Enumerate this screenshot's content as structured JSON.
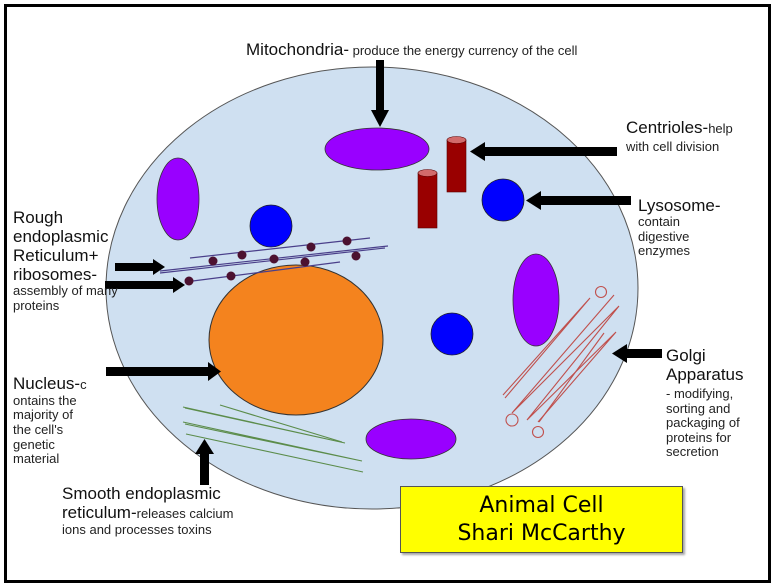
{
  "title_box": {
    "line1": "Animal Cell",
    "line2": "Shari McCarthy"
  },
  "colors": {
    "cytoplasm": "#cfe0f1",
    "nucleus": "#f4831e",
    "mitochondria": "#9900ff",
    "lysosome": "#0000ff",
    "centriole": "#990000",
    "ribosome": "#4c1130",
    "rough_er": "#4a3f8a",
    "smooth_er": "#5b8c4a",
    "golgi": "#c0504d",
    "title_bg": "#ffff00"
  },
  "labels": {
    "mitochondria": {
      "name": "Mitochondria-",
      "desc": " produce the energy currency of the cell"
    },
    "centrioles": {
      "name": "Centrioles-",
      "desc_inline": "help",
      "desc": "with cell division"
    },
    "lysosome": {
      "name": "Lysosome-",
      "desc_lines": [
        "contain",
        "digestive",
        "enzymes"
      ]
    },
    "rough_er": {
      "name_lines": [
        "Rough",
        "endoplasmic",
        "Reticulum+",
        "ribosomes-"
      ],
      "desc_lines": [
        "assembly of many",
        "proteins"
      ]
    },
    "nucleus": {
      "name": "Nucleus-",
      "desc_inline": "c",
      "desc_lines": [
        "ontains the",
        "majority of",
        "the cell's",
        "genetic",
        "material"
      ]
    },
    "golgi": {
      "name_lines": [
        "Golgi",
        "Apparatus"
      ],
      "desc_lines": [
        "- modifying,",
        "sorting and",
        "packaging of",
        "proteins for",
        "secretion"
      ]
    },
    "smooth_er": {
      "name_line1": "Smooth endoplasmic",
      "name_line2": "reticulum-",
      "desc_inline": "releases calcium",
      "desc_line": "ions and processes toxins"
    }
  }
}
